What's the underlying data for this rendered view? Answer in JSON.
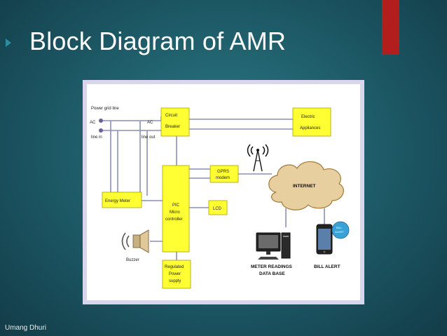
{
  "slide": {
    "title": "Block Diagram of AMR",
    "author": "Umang Dhuri"
  },
  "diagram": {
    "power_grid": "Power grid line",
    "ac_left": "AC",
    "line_in": "line in",
    "ac_right": "AC",
    "line_out": "line out",
    "circuit_breaker": [
      "Circuit",
      "Breaker"
    ],
    "electric_appliances": [
      "Electric",
      "Appliances"
    ],
    "gprs": [
      "GPRS",
      "modem"
    ],
    "internet": "INTERNET",
    "energy_meter": "Energy Meter",
    "pic": [
      "PIC",
      "Micro",
      "controller"
    ],
    "lcd": "LCD",
    "buzzer": "Buzzer",
    "power_supply": [
      "Regulated",
      "Power",
      "supply"
    ],
    "meter_readings": [
      "METER READINGS",
      "DATA BASE"
    ],
    "bill_alert": "BILL ALERT",
    "bubble": [
      "BILL",
      "ALERT"
    ]
  },
  "colors": {
    "block": "#ffff33",
    "accent": "#b21d1d",
    "frame": "#d8d6ec"
  }
}
